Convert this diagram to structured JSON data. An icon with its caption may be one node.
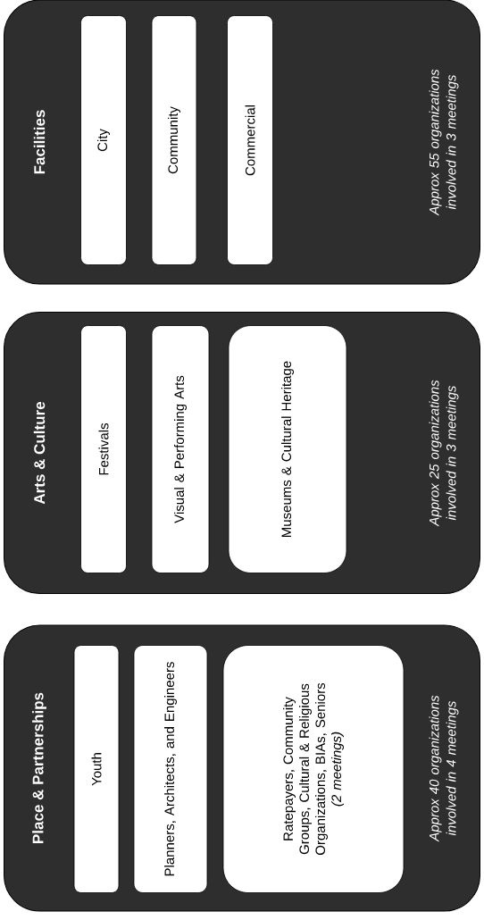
{
  "diagram": {
    "nodes": [
      {
        "text": [
          "Place & Partnerships",
          "Approx 40 organizations involved in 4 meetings"
        ]
      },
      {
        "text": [
          "Youth"
        ],
        "in": 0
      },
      {
        "text": [
          "Planners, Architects, and Engineers"
        ],
        "in": 0
      },
      {
        "text": [
          "Ratepayers, Community Groups, Cultural & Religious Organizations, BIAs, Seniors",
          "(2 meetings)"
        ],
        "in": 0
      },
      {
        "text": [
          "Arts & Culture",
          "Approx 25 organizations involved in 3 meetings"
        ]
      },
      {
        "text": [
          "Festivals"
        ],
        "in": 4
      },
      {
        "text": [
          "Visual & Performing Arts"
        ],
        "in": 4
      },
      {
        "text": [
          "Museums & Cultural Heritage"
        ],
        "in": 4
      },
      {
        "text": [
          "Facilities",
          "Approx 55 organizations involved in 3 meetings"
        ]
      },
      {
        "text": [
          "City"
        ],
        "in": 8
      },
      {
        "text": [
          "Community"
        ],
        "in": 8
      },
      {
        "text": [
          "Commercial"
        ],
        "in": 8
      }
    ]
  }
}
